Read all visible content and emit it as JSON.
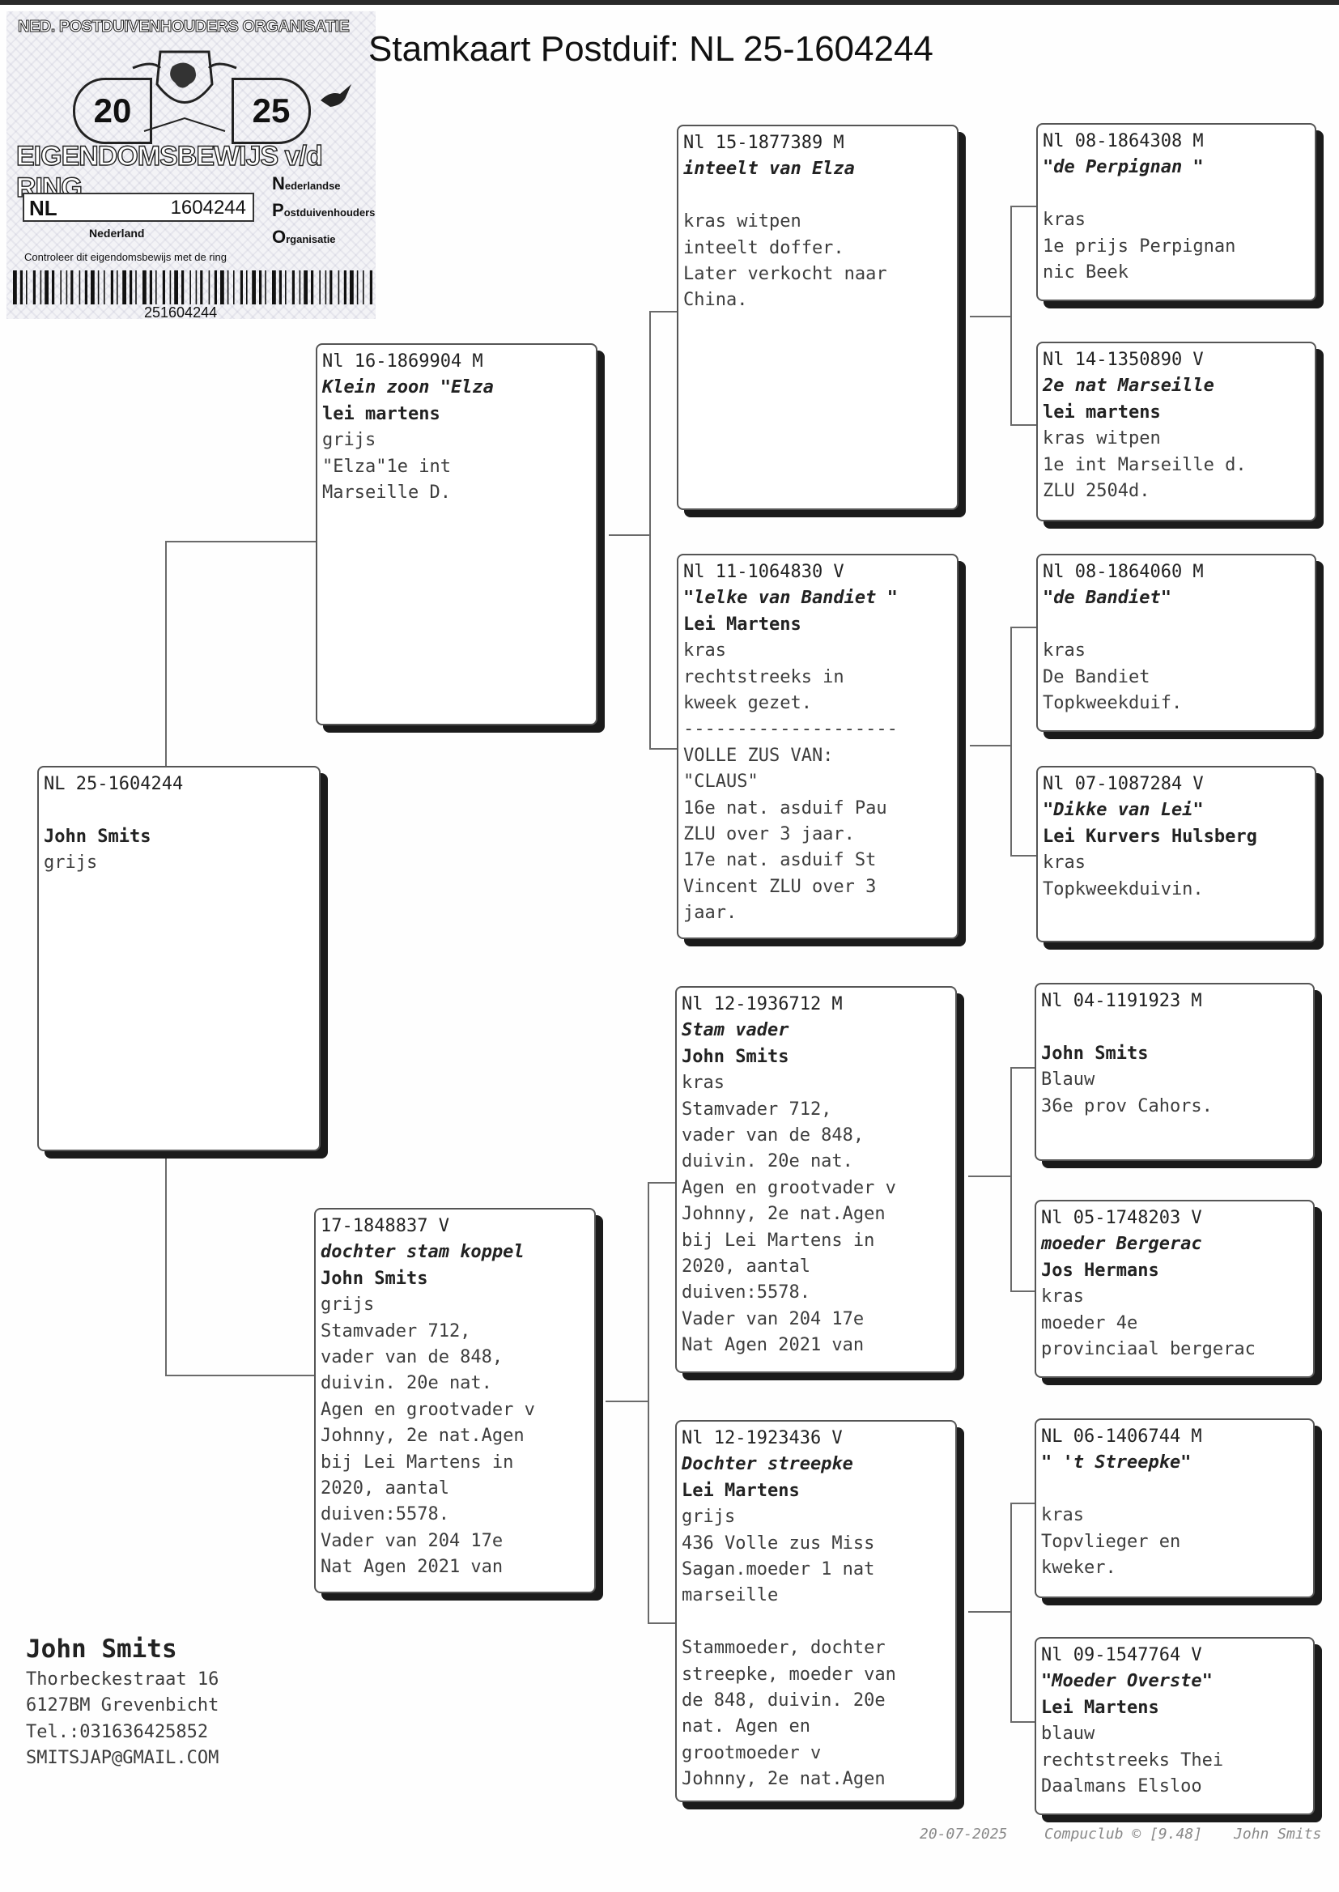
{
  "title": "Stamkaart Postduif: NL  25-1604244",
  "certificate": {
    "org": "NED. POSTDUIVENHOUDERS ORGANISATIE",
    "year_left": "20",
    "year_right": "25",
    "subtitle": "EIGENDOMSBEWIJS v/d RING",
    "country_code": "NL",
    "ring_number": "1604244",
    "country": "Nederland",
    "npo_n": "N",
    "npo_n_rest": "ederlandse",
    "npo_p": "P",
    "npo_p_rest": "ostduivenhouders",
    "npo_o": "O",
    "npo_o_rest": "rganisatie",
    "control_text": "Controleer dit eigendomsbewijs met de ring",
    "barcode_number": "251604244"
  },
  "pigeons": {
    "subject": [
      "NL  25-1604244",
      "",
      "John Smits",
      "grijs"
    ],
    "father": [
      "Nl  16-1869904 M",
      "Klein zoon \"Elza",
      "lei martens",
      "grijs",
      "\"Elza\"1e int",
      "Marseille D."
    ],
    "mother": [
      "    17-1848837 V",
      "dochter stam koppel",
      "John Smits",
      "grijs",
      "Stamvader 712,",
      "vader van de 848,",
      "duivin. 20e nat.",
      "Agen en grootvader v",
      "Johnny, 2e nat.Agen",
      "bij Lei Martens in",
      "2020, aantal",
      "duiven:5578.",
      "Vader van 204 17e",
      "Nat Agen 2021 van"
    ],
    "ff": [
      "Nl  15-1877389 M",
      "inteelt van Elza",
      "",
      "kras witpen",
      "inteelt doffer.",
      "Later verkocht naar",
      "China."
    ],
    "fm": [
      "Nl  11-1064830 V",
      "\"lelke van Bandiet \"",
      "Lei Martens",
      "kras",
      "rechtstreeks in",
      "kweek gezet.",
      "--------------------",
      "VOLLE ZUS VAN:",
      "\"CLAUS\"",
      "16e nat. asduif Pau",
      "ZLU over 3 jaar.",
      "17e nat. asduif St",
      "Vincent ZLU over 3",
      "jaar."
    ],
    "mf": [
      "Nl  12-1936712 M",
      "Stam vader",
      "John Smits",
      "kras",
      "Stamvader 712,",
      "vader van de 848,",
      "duivin. 20e nat.",
      "Agen en grootvader v",
      "Johnny, 2e nat.Agen",
      "bij Lei Martens in",
      "2020, aantal",
      "duiven:5578.",
      "Vader van 204 17e",
      "Nat Agen 2021 van"
    ],
    "mm": [
      "Nl  12-1923436 V",
      "Dochter streepke",
      "Lei Martens",
      "grijs",
      "436 Volle zus Miss",
      "Sagan.moeder 1 nat",
      "marseille",
      "",
      "Stammoeder, dochter",
      "streepke, moeder van",
      "de 848, duivin. 20e",
      "nat. Agen en",
      "grootmoeder v",
      "Johnny, 2e nat.Agen"
    ],
    "fff": [
      "Nl  08-1864308 M",
      "\"de Perpignan \"",
      "",
      "kras",
      "1e prijs Perpignan",
      "nic Beek"
    ],
    "ffm": [
      "Nl  14-1350890 V",
      " 2e nat Marseille",
      "lei martens",
      "kras witpen",
      "1e int Marseille d.",
      "ZLU 2504d."
    ],
    "fmf": [
      "Nl  08-1864060 M",
      "\"de Bandiet\"",
      "",
      "kras",
      "De Bandiet",
      "Topkweekduif."
    ],
    "fmm": [
      "Nl  07-1087284 V",
      "\"Dikke van Lei\"",
      "Lei Kurvers Hulsberg",
      "kras",
      "Topkweekduivin."
    ],
    "mff": [
      "Nl  04-1191923 M",
      "",
      "John Smits",
      "Blauw",
      "36e prov Cahors."
    ],
    "mfm": [
      "Nl  05-1748203 V",
      "moeder Bergerac",
      "Jos Hermans",
      "kras",
      "moeder 4e",
      "provinciaal bergerac"
    ],
    "mmf": [
      "NL  06-1406744 M",
      "\" 't Streepke\"",
      "",
      "kras",
      "Topvlieger en",
      "kweker."
    ],
    "mmm": [
      "Nl  09-1547764 V",
      "\"Moeder Overste\"",
      "Lei Martens",
      "blauw",
      "rechtstreeks Thei",
      "Daalmans Elsloo"
    ]
  },
  "breeder": {
    "name": "John Smits",
    "street": "Thorbeckestraat 16",
    "city": "6127BM  Grevenbicht",
    "phone": "Tel.:031636425852",
    "email": "SMITSJAP@GMAIL.COM"
  },
  "footer": {
    "date": "20-07-2025",
    "software": "Compuclub © [9.48]",
    "owner": "John Smits"
  }
}
